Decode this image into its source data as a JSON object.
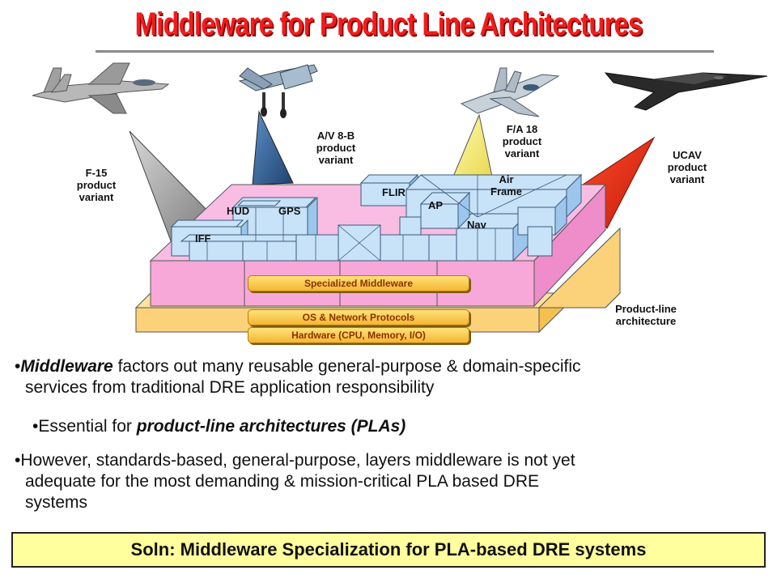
{
  "title": "Middleware for Product Line Architectures",
  "variants": {
    "f15": [
      "F-15",
      "product",
      "variant"
    ],
    "av8b": [
      "A/V 8-B",
      "product",
      "variant"
    ],
    "fa18": [
      "F/A 18",
      "product",
      "variant"
    ],
    "ucav": [
      "UCAV",
      "product",
      "variant"
    ]
  },
  "components": {
    "iff": "IFF",
    "hud": "HUD",
    "gps": "GPS",
    "flir": "FLIR",
    "ap": "AP",
    "airframe": [
      "Air",
      "Frame"
    ],
    "nav": "Nav"
  },
  "layers": {
    "specialized": "Specialized Middleware",
    "os": "OS & Network Protocols",
    "hardware": "Hardware (CPU, Memory, I/O)"
  },
  "pla_label": [
    "Product-line",
    "architecture"
  ],
  "bullets": {
    "b1_em": "Middleware",
    "b1_rest": " factors out many reusable general-purpose & domain-specific",
    "b1_line2": "services from traditional DRE application responsibility",
    "b2_pre": "Essential for ",
    "b2_em": "product-line architectures (PLAs)",
    "b3_line1": "However, standards-based, general-purpose, layers middleware is not yet",
    "b3_line2": "adequate for the most demanding & mission-critical PLA based DRE",
    "b3_line3": "systems"
  },
  "soln": "Soln: Middleware Specialization for PLA-based DRE systems",
  "colors": {
    "title": "#f21c1c",
    "pink": "#f7a8d8",
    "tan": "#fbd27a",
    "component_blue": "#c8e2f8",
    "f15_beam": "#a0a0a0",
    "av8b_beam": "#2e5f9a",
    "fa18_beam": "#f8f080",
    "ucav_beam": "#e8301e",
    "soln_bg": "#ffff9e"
  },
  "icons": [
    "f15-jet-icon",
    "harrier-jet-icon",
    "hornet-jet-icon",
    "ucav-drone-icon"
  ]
}
